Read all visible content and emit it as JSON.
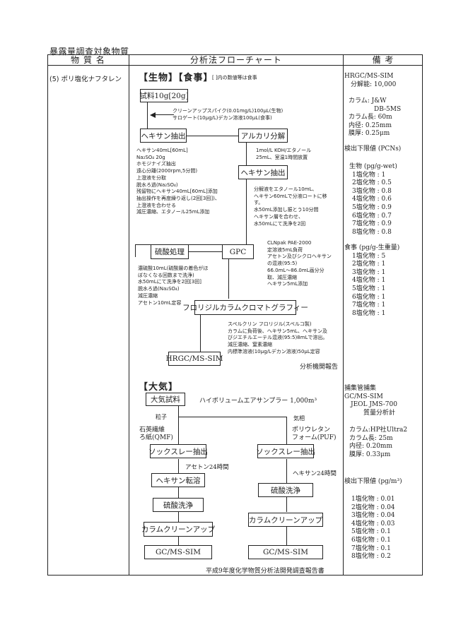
{
  "page_title": "暴露量調査対象物質",
  "table": {
    "headers": {
      "name": "物 質 名",
      "flowchart": "分析法フローチャート",
      "remarks": "備 考"
    },
    "substance": "(5) ポリ塩化ナフタレン"
  },
  "bio_food": {
    "section_label": "【生物】【食事】",
    "bracket_note": "[ ]内の数値等は食事",
    "boxes": {
      "sample": "試料10g[20g]",
      "hexane_extract1": "ヘキサン抽出",
      "alkali": "アルカリ分解",
      "hexane_extract2": "ヘキサン抽出",
      "sulfuric": "硫酸処理",
      "gpc": "GPC",
      "florisil": "フロリジルカラムクロマトグラフィー",
      "hrgc": "HRGC/MS-SIM"
    },
    "spike_note": [
      "クリーンアップスパイク(0.01mg/L)100μL(生物)",
      "サロゲート(10μg/L)デカン溶液100μL(食事)"
    ],
    "hexane_notes": [
      "ヘキサン40mL[60mL]",
      "Na₂SO₄ 20g",
      "ホモジナイズ抽出",
      "遠心分離(2000rpm,5分間)",
      "上澄液を分取",
      "脱水ろ過(Na₂SO₄)",
      "残留物にヘキサン40mL[60mL]添加",
      "抽出操作を再度繰り返し(2回[3回])、",
      "上澄液を合わせる",
      "減圧濃縮、エタノール25mL添加"
    ],
    "alkali_notes": [
      "1mol/L KOH/エタノール",
      "25mL、室温1時間放置"
    ],
    "hexane2_notes": [
      "分解液をエタノール10mL、",
      "ヘキサン60mLで分液ロートに移",
      "す。",
      "水50mL添加し振とう10分間",
      "ヘキサン層を合わせ、",
      "水50mLにて洗浄を2回"
    ],
    "gpc_notes": [
      "CLNpak PAE-2000",
      "定溶液5mL負荷",
      "アセトン及びシクロヘキサン",
      "の混液(95:5)",
      "66.0mL〜86.0mL画分分",
      "取、減圧濃縮",
      "ヘキサン5mL添加"
    ],
    "sulfuric_notes": [
      "濃硫酸10mL(硫酸層の着色がほ",
      "ぼなくなる回数まで洗浄)",
      "水50mLにて洗浄を2回[3回]",
      "脱水ろ過(Na₂SO₄)",
      "減圧濃縮",
      "アセトン10mL定容"
    ],
    "florisil_notes": [
      "スペルクリン フロリジル(スペルコ製)",
      "カラムに負荷後、ヘキサン5mL、ヘキサン及",
      "びジエチルエーテル混液(95:5)8mLで溶出。",
      "減圧濃縮、窒素濃縮",
      "内標準溶液(10μg/Lデカン溶液)50μL定容"
    ],
    "source": "分析機関報告"
  },
  "air": {
    "section_label": "【大気】",
    "boxes": {
      "sample": "大気試料",
      "soxhlet_left": "ソックスレー抽出",
      "soxhlet_right": "ソックスレー抽出",
      "hexane_transfer": "ヘキサン転溶",
      "sulfuric_left": "硫酸洗浄",
      "sulfuric_right": "硫酸洗浄",
      "column_left": "カラムクリーンアップ",
      "column_right": "カラムクリーンアップ",
      "gcms_left": "GC/MS-SIM",
      "gcms_right": "GC/MS-SIM"
    },
    "sampler_note": "ハイボリュームエアサンプラー 1,000m³",
    "particle_label": "粒子",
    "gas_label": "気相",
    "qmf_label": [
      "石英繊維",
      "ろ紙(QMF)"
    ],
    "puf_label": [
      "ポリウレタン",
      "フォーム(PUF)"
    ],
    "acetone_note": "アセトン24時間",
    "hexane_note": "ヘキサン24時間",
    "source": "平成9年度化学物質分析法開発調査報告書"
  },
  "remarks_bio": {
    "lines1": [
      "HRGC/MS-SIM",
      "　分解能: 10,000"
    ],
    "column": [
      "カラム: J&W",
      "　　　　DB-5MS",
      "カラム長: 60m",
      "内径: 0.25mm",
      "膜厚: 0.25μm"
    ],
    "dl_title": "検出下限値 (PCNs)",
    "bio_title": "生物 (pg/g-wet)",
    "bio_values": [
      "1塩化物 : 1",
      "2塩化物 : 0.5",
      "3塩化物 : 0.8",
      "4塩化物 : 0.6",
      "5塩化物 : 0.9",
      "6塩化物 : 0.7",
      "7塩化物 : 0.9",
      "8塩化物 : 0.8"
    ],
    "food_title": "食事 (pg/g-生重量)",
    "food_values": [
      "1塩化物 : 5",
      "2塩化物 : 1",
      "3塩化物 : 1",
      "4塩化物 : 1",
      "5塩化物 : 1",
      "6塩化物 : 1",
      "7塩化物 : 1",
      "8塩化物 : 1"
    ]
  },
  "remarks_air": {
    "lines1": [
      "捕集管捕集",
      "GC/MS-SIM",
      "　JEOL JMS-700",
      "　　　質量分析計"
    ],
    "column": [
      "カラム:HP社Ultra2",
      "カラム長: 25m",
      "内径: 0.20mm",
      "膜厚: 0.33μm"
    ],
    "dl_title": "検出下限値 (pg/m³)",
    "values": [
      "1塩化物 : 0.01",
      "2塩化物 : 0.04",
      "3塩化物 : 0.04",
      "4塩化物 : 0.03",
      "5塩化物 : 0.1",
      "6塩化物 : 0.1",
      "7塩化物 : 0.1",
      "8塩化物 : 0.2"
    ]
  }
}
